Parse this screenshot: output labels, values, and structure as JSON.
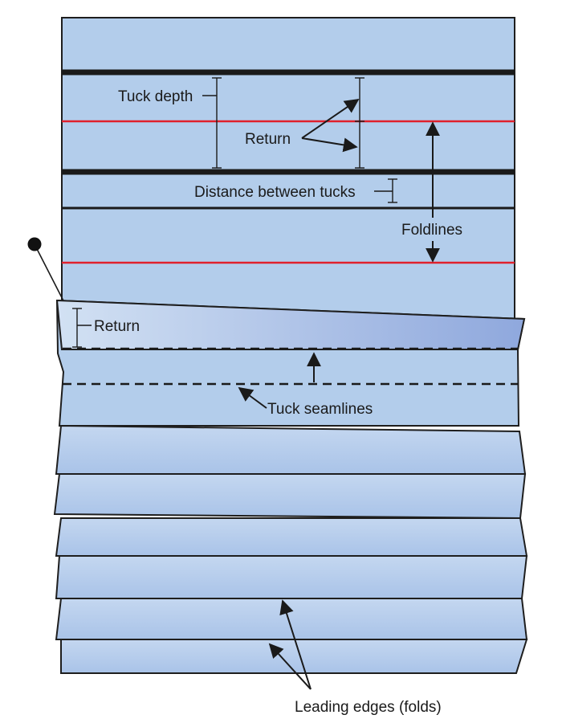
{
  "labels": {
    "tuck_depth": "Tuck depth",
    "return_upper": "Return",
    "distance_between_tucks": "Distance between tucks",
    "foldlines": "Foldlines",
    "return_lower": "Return",
    "tuck_seamlines": "Tuck seamlines",
    "leading_edges": "Leading edges (folds)"
  },
  "colors": {
    "fabric": "#b3cdeb",
    "fabric_shade": "#8fa8dd",
    "foldline": "#e0202c",
    "ink": "#1a1a1a"
  }
}
